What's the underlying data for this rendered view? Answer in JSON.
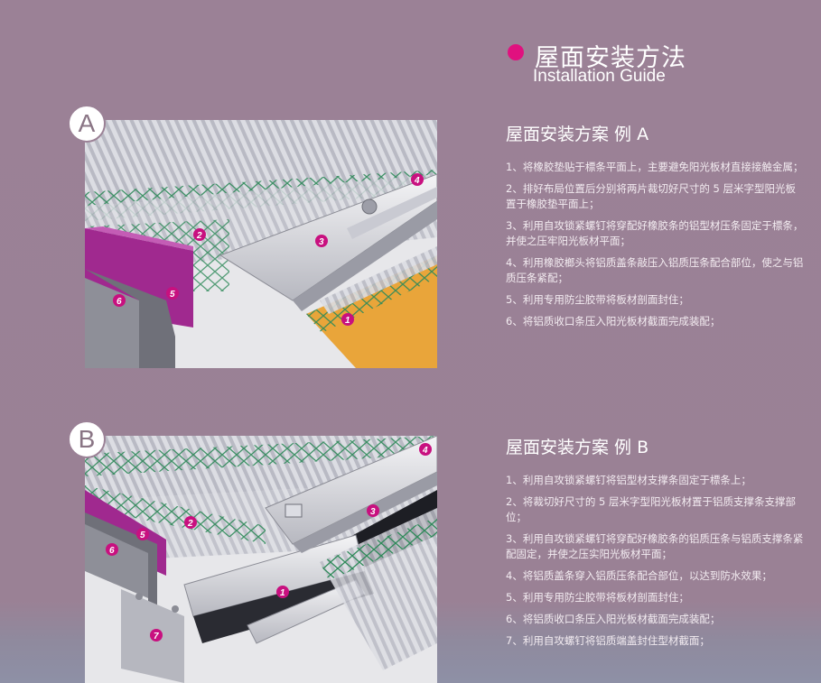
{
  "header": {
    "title_cn": "屋面安装方法",
    "title_en": "Installation Guide",
    "accent_color": "#e0117f"
  },
  "panel_a": {
    "badge": "A",
    "callouts": [
      "1",
      "2",
      "3",
      "4",
      "5",
      "6"
    ],
    "title": "屋面安装方案 例 A",
    "steps": [
      "1、将橡胶垫贴于標条平面上，主要避免阳光板材直接接触金属；",
      "2、排好布局位置后分别将两片裁切好尺寸的 5 层米字型阳光板置于橡胶垫平面上；",
      "3、利用自攻锁紧螺钉将穿配好橡胶条的铝型材压条固定于標条，并使之压牢阳光板材平面；",
      "4、利用橡胶榔头将铝质盖条敲压入铝质压条配合部位，使之与铝质压条紧配；",
      "5、利用专用防尘胶带将板材剖面封住；",
      "6、将铝质收口条压入阳光板材截面完成装配；"
    ]
  },
  "panel_b": {
    "badge": "B",
    "callouts": [
      "1",
      "2",
      "3",
      "4",
      "5",
      "6",
      "7"
    ],
    "title": "屋面安装方案 例 B",
    "steps": [
      "1、利用自攻锁紧螺钉将铝型材支撑条固定于標条上；",
      "2、将裁切好尺寸的 5 层米字型阳光板材置于铝质支撑条支撑部位；",
      "3、利用自攻锁紧螺钉将穿配好橡胶条的铝质压条与铝质支撑条紧配固定，并使之压实阳光板材平面；",
      "4、将铝质盖条穿入铝质压条配合部位，以达到防水效果；",
      "5、利用专用防尘胶带将板材剖面封住；",
      "6、将铝质收口条压入阳光板材截面完成装配；",
      "7、利用自攻螺钉将铝质端盖封住型材截面；"
    ]
  }
}
